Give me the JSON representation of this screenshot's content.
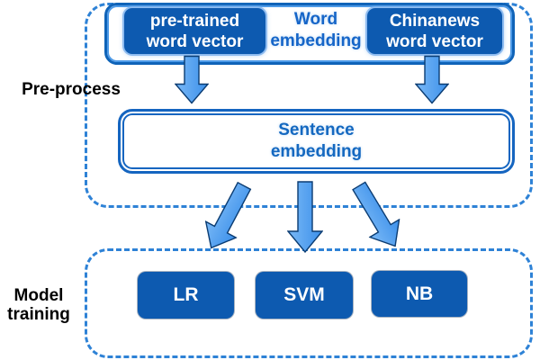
{
  "figure": {
    "type": "flow-diagram",
    "palette": {
      "node_fill": "#0d5ab0",
      "node_text": "#ffffff",
      "border_blue": "#1565c0",
      "inner_ring_blue": "#4d9ae8",
      "dashed_border": "#2e82d6",
      "arrow_fill_light": "#6fb2f5",
      "arrow_fill_dark": "#3c90ea",
      "arrow_stroke": "#0b3c72",
      "group_label_text": "#000000",
      "background": "#ffffff"
    },
    "groups": {
      "preprocess": {
        "label": "Pre-process"
      },
      "model_training": {
        "line1": "Model",
        "line2": "training"
      }
    },
    "nodes": {
      "pretrained": {
        "line1": "pre-trained",
        "line2": "word vector"
      },
      "word_embedding": {
        "line1": "Word",
        "line2": "embedding"
      },
      "chinanews": {
        "line1": "Chinanews",
        "line2": "word vector"
      },
      "sentence_embedding": {
        "line1": "Sentence",
        "line2": "embedding"
      },
      "models": [
        {
          "label": "LR"
        },
        {
          "label": "SVM"
        },
        {
          "label": "NB"
        }
      ]
    },
    "icons": {
      "down_arrow": "solid block arrow pointing down, light blue fill with dark navy outline"
    }
  }
}
